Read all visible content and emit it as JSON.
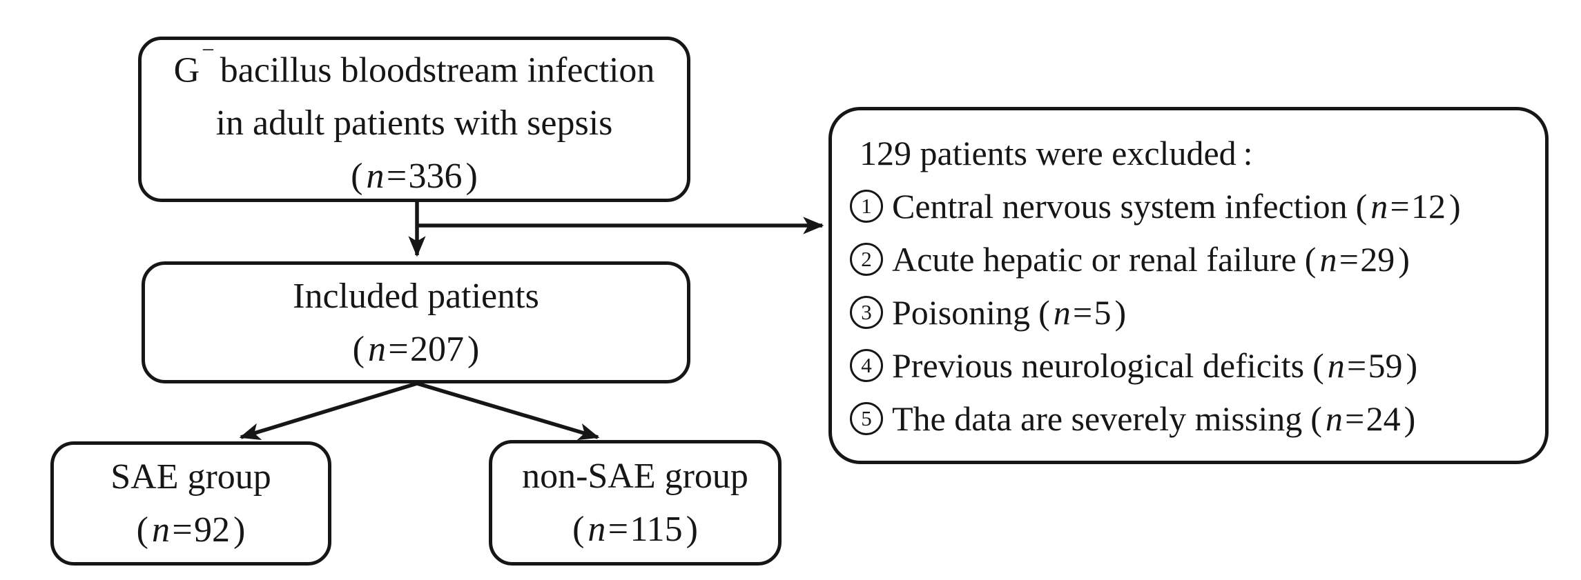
{
  "figure": {
    "type": "patient-flow-diagram",
    "background": "#ffffff",
    "line_color": "#161616"
  },
  "punct": {
    "open_paren": "(",
    "close_paren": ")",
    "n_eq": "n=",
    "colon": ":"
  },
  "boxes": {
    "source": {
      "line1_base": "G",
      "line1_sup": "−",
      "line1_rest": "bacillus bloodstream infection",
      "line2": "in adult patients with sepsis",
      "n": "336"
    },
    "excluded": {
      "title": "129 patients were excluded",
      "items": [
        {
          "num": "1",
          "text": "Central nervous system infection",
          "n": "12"
        },
        {
          "num": "2",
          "text": "Acute hepatic or renal failure",
          "n": "29"
        },
        {
          "num": "3",
          "text": "Poisoning",
          "n": "5"
        },
        {
          "num": "4",
          "text": "Previous neurological deficits",
          "n": "59"
        },
        {
          "num": "5",
          "text": "The data are severely missing",
          "n": "24"
        }
      ]
    },
    "included": {
      "line1": "Included patients",
      "n": "207"
    },
    "sae": {
      "line1": "SAE group",
      "n": "92"
    },
    "nonsae": {
      "line1": "non-SAE group",
      "n": "115"
    }
  }
}
